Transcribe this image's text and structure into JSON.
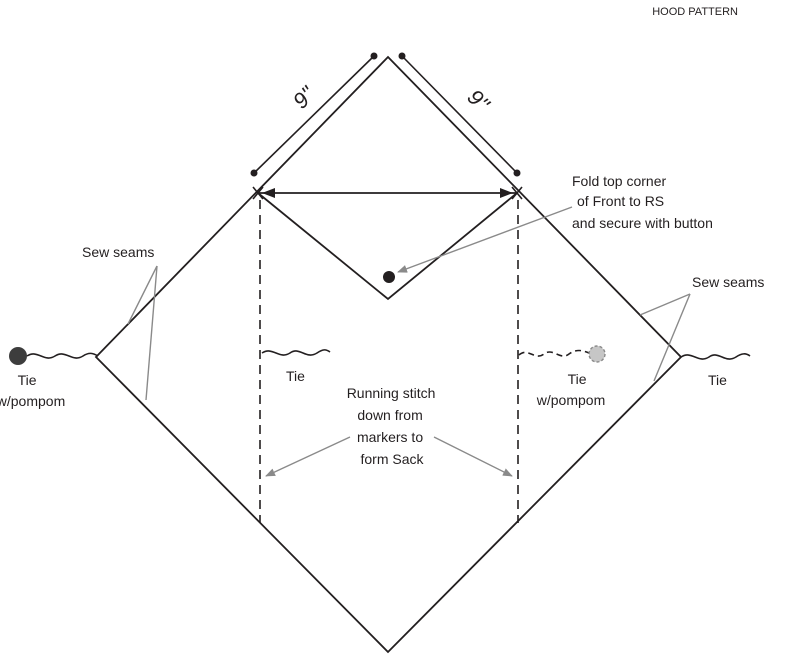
{
  "title": "HOOD PATTERN",
  "dimensions": {
    "left_edge": "9\"",
    "right_edge": "9\""
  },
  "labels": {
    "fold_note": [
      "Fold top corner",
      "of Front to RS",
      "and secure with button"
    ],
    "sew_seams_left": "Sew seams",
    "sew_seams_right": "Sew seams",
    "tie_left": [
      "Tie",
      "w/pompom"
    ],
    "tie_inner_left": "Tie",
    "tie_inner_right": [
      "Tie",
      "w/pompom"
    ],
    "tie_right": "Tie",
    "running_stitch": [
      "Running stitch",
      "down from",
      "markers to",
      "form Sack"
    ]
  },
  "colors": {
    "line": "#231f20",
    "arrow": "#8a8a8a",
    "pompom_dark": "#3d3d3d",
    "pompom_light": "#c6c6c6"
  }
}
